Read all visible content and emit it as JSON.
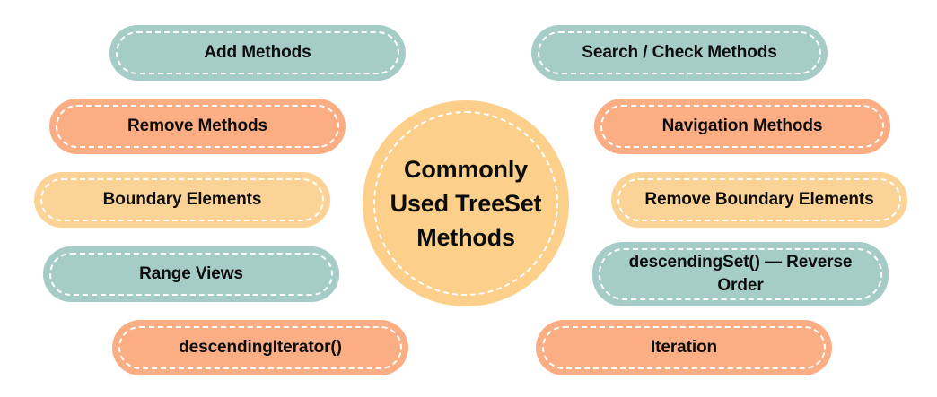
{
  "diagram": {
    "title": "Commonly Used TreeSet Methods",
    "background_color": "#ffffff",
    "colors": {
      "teal": "#a5ccc6",
      "orange": "#fbad84",
      "amber": "#fbd396",
      "center": "#fcd08b",
      "text": "#0d0d0d",
      "dash": "#ffffff"
    },
    "center": {
      "label": "Commonly Used TreeSet Methods"
    },
    "left_items": [
      {
        "label": "Add Methods",
        "color": "teal"
      },
      {
        "label": "Remove Methods",
        "color": "orange"
      },
      {
        "label": "Boundary Elements",
        "color": "amber"
      },
      {
        "label": "Range Views",
        "color": "teal"
      },
      {
        "label": "descendingIterator()",
        "color": "orange"
      }
    ],
    "right_items": [
      {
        "label": "Search / Check Methods",
        "color": "teal"
      },
      {
        "label": "Navigation Methods",
        "color": "orange"
      },
      {
        "label": "Remove Boundary Elements",
        "color": "amber"
      },
      {
        "label": "descendingSet() — Reverse Order",
        "color": "teal"
      },
      {
        "label": "Iteration",
        "color": "orange"
      }
    ]
  }
}
